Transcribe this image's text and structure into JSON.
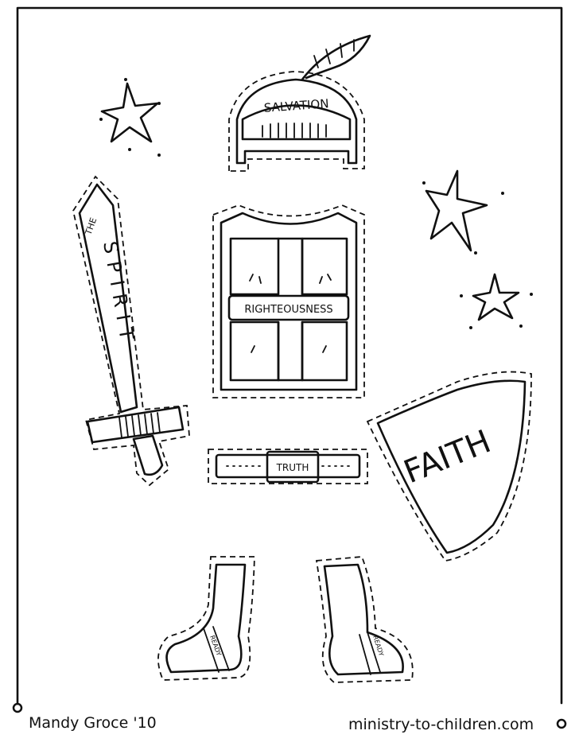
{
  "armor_labels": {
    "helmet": "SALVATION",
    "sword_top": "THE",
    "sword": "SPIRIT",
    "breastplate": "RIGHTEOUSNESS",
    "belt": "TRUTH",
    "shield": "FAITH",
    "boot_left": "READY",
    "boot_right": "READY"
  },
  "footer": {
    "artist": "Mandy Groce '10",
    "website": "ministry-to-children.com"
  }
}
